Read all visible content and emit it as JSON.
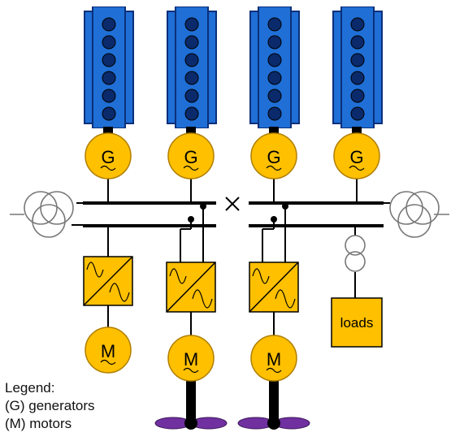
{
  "colors": {
    "engine_fill": "#1f6fd6",
    "engine_edge": "#0b2f7a",
    "cylinder": "#0a2a6b",
    "machine_fill": "#ffc000",
    "machine_edge": "#b07f00",
    "line": "#000000",
    "propeller": "#7030a0",
    "transformer_edge": "#777777"
  },
  "labels": {
    "generator": "G",
    "motor": "M",
    "loads": "loads"
  },
  "legend": {
    "title": "Legend:",
    "generators": "(G) generators",
    "motors": "(M) motors"
  },
  "components": {
    "engines": 4,
    "generators": 4,
    "converters": 3,
    "motors": 3,
    "propellers": 2,
    "transformers": 3,
    "bus_tie_breaker": "cross-icon"
  }
}
